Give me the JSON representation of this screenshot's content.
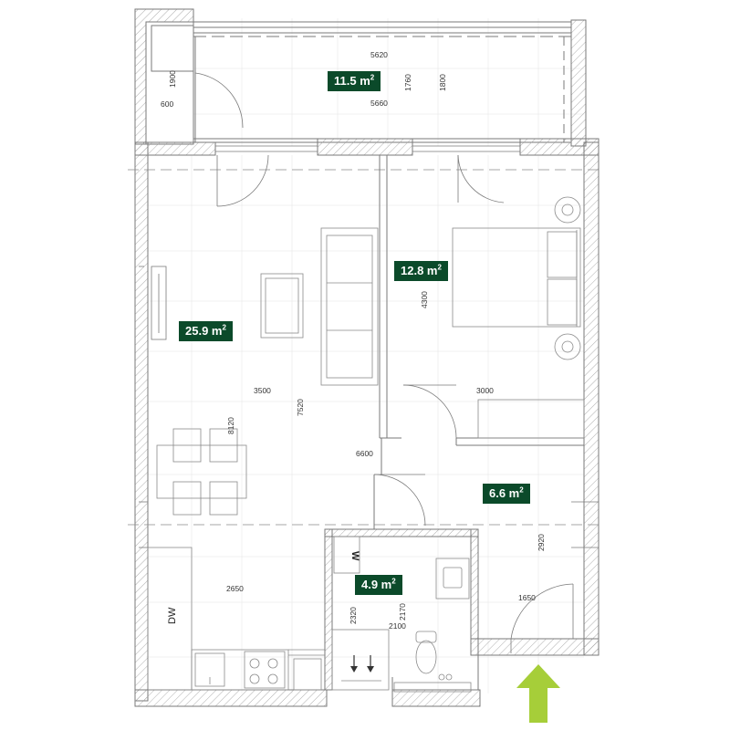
{
  "rooms": [
    {
      "id": "balcony",
      "area": "11.5 m",
      "sup": "2"
    },
    {
      "id": "living",
      "area": "25.9 m",
      "sup": "2"
    },
    {
      "id": "bedroom",
      "area": "12.8 m",
      "sup": "2"
    },
    {
      "id": "hall",
      "area": "6.6 m",
      "sup": "2"
    },
    {
      "id": "bathroom",
      "area": "4.9 m",
      "sup": "2"
    }
  ],
  "dimensions": {
    "balcony_width_top": "5620",
    "balcony_width_bottom": "5660",
    "balcony_height_a": "1760",
    "balcony_height_b": "1800",
    "balcony_side_height": "1900",
    "balcony_side_width": "600",
    "living_width": "3500",
    "living_length": "7520",
    "living_side": "8120",
    "bedroom_height": "4300",
    "bedroom_width": "3000",
    "total_width": "6600",
    "hall_height": "2920",
    "hall_width": "1650",
    "kitchen_width": "2650",
    "bath_height_a": "2320",
    "bath_height_b": "2170",
    "bath_width": "2100"
  },
  "fixtures": {
    "dishwasher": "DW",
    "washer": "W"
  },
  "colors": {
    "label_bg": "#0b4a2a",
    "entrance_arrow": "#a6ce39",
    "wall_line": "#7a7a7a"
  },
  "icons": {
    "entrance": "entrance-arrow-icon"
  }
}
